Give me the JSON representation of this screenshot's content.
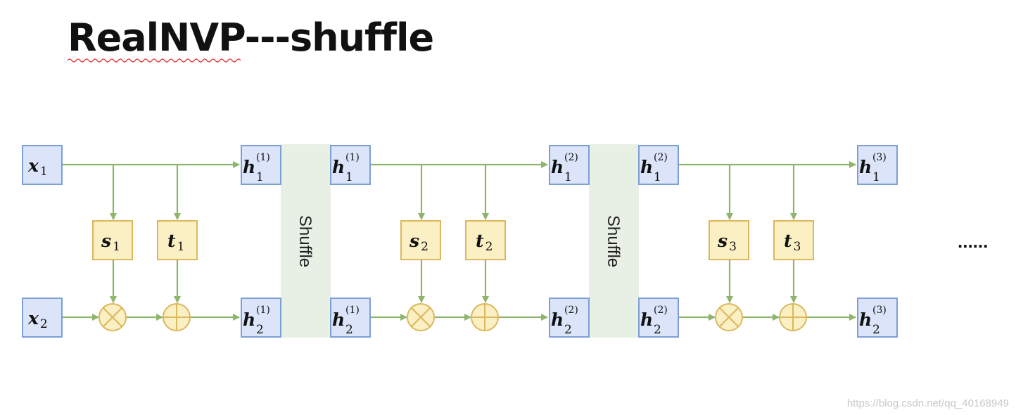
{
  "title": "RealNVP---shuffle",
  "inputs": {
    "x_var": "x",
    "x1_sub": "1",
    "x2_sub": "2"
  },
  "stages": [
    {
      "s_sub": "1",
      "t_sub": "1",
      "out_var": "h",
      "out_sup": "(1)",
      "out_top_sub": "1",
      "out_bottom_sub": "2"
    },
    {
      "s_sub": "2",
      "t_sub": "2",
      "in_var": "h",
      "in_sup": "(1)",
      "in_top_sub": "1",
      "in_bottom_sub": "2",
      "out_var": "h",
      "out_sup": "(2)",
      "out_top_sub": "1",
      "out_bottom_sub": "2"
    },
    {
      "s_sub": "3",
      "t_sub": "3",
      "in_var": "h",
      "in_sup": "(2)",
      "in_top_sub": "1",
      "in_bottom_sub": "2",
      "out_var": "h",
      "out_sup": "(3)",
      "out_top_sub": "1",
      "out_bottom_sub": "2"
    }
  ],
  "s_var": "s",
  "t_var": "t",
  "shuffle_labels": [
    "Shuffle",
    "Shuffle"
  ],
  "ellipsis": "......",
  "watermark": "https://blog.csdn.net/qq_40168949",
  "colors": {
    "box_blue_fill": "#dbe4f8",
    "box_blue_stroke": "#7c9fd6",
    "box_yellow_fill": "#fbefc4",
    "box_yellow_stroke": "#dcb85c",
    "flow_green": "#8db56c",
    "shuffle_band": "#e8f0e6"
  }
}
